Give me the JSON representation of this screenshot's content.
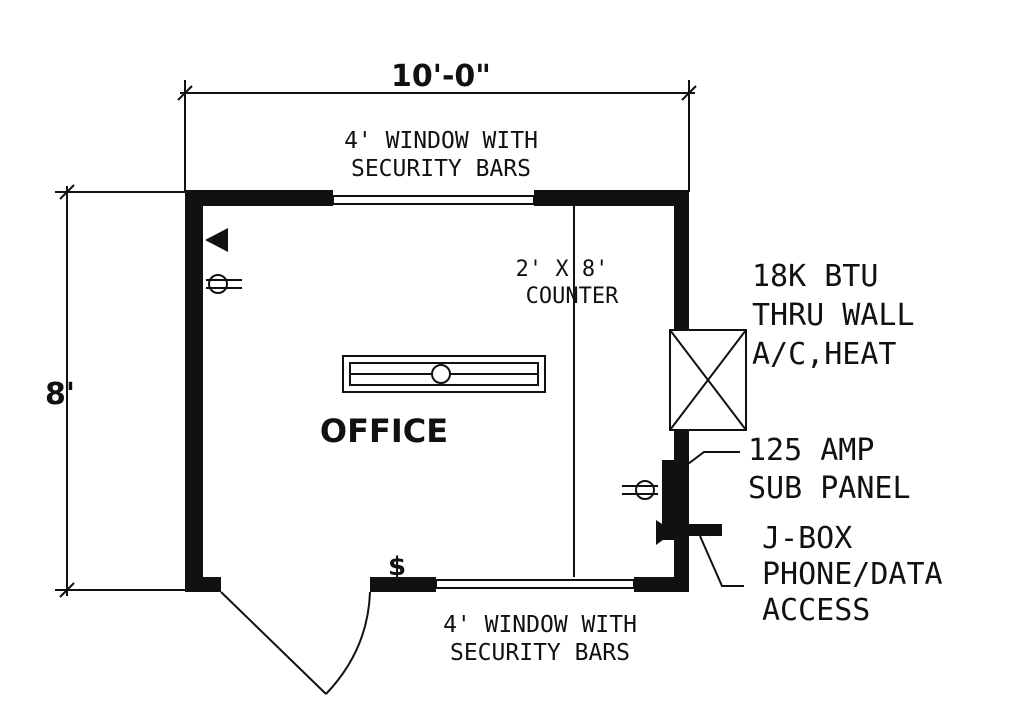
{
  "dimensions": {
    "width": "10'-0\"",
    "height": "8'"
  },
  "room_label": "OFFICE",
  "top_window": {
    "line1": "4' WINDOW WITH",
    "line2": "SECURITY BARS"
  },
  "bottom_window": {
    "line1": "4' WINDOW WITH",
    "line2": "SECURITY BARS"
  },
  "counter": {
    "line1": "2' X 8'",
    "line2": "COUNTER"
  },
  "ac_unit": {
    "line1": "18K BTU",
    "line2": "THRU WALL",
    "line3": "A/C,HEAT"
  },
  "sub_panel": {
    "line1": "125 AMP",
    "line2": "SUB PANEL"
  },
  "jbox": {
    "line1": "J-BOX",
    "line2": "PHONE/DATA",
    "line3": "ACCESS"
  },
  "switch_symbol": "$",
  "icons": [
    "phone-jack-icon",
    "outlet-icon",
    "light-fixture-icon",
    "switch-icon",
    "ac-unit-icon",
    "door-swing-icon"
  ]
}
